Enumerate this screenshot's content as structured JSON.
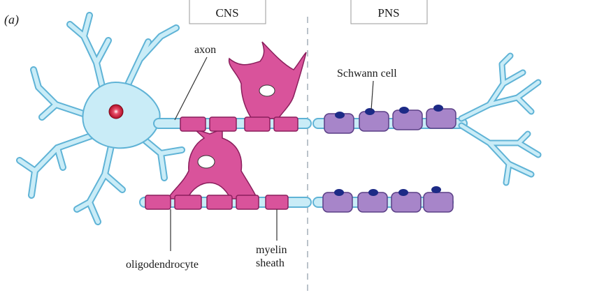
{
  "panel_label": "(a)",
  "headers": {
    "cns": "CNS",
    "pns": "PNS"
  },
  "labels": {
    "axon": "axon",
    "schwann_cell": "Schwann cell",
    "oligodendrocyte": "oligodendrocyte",
    "myelin_line1": "myelin",
    "myelin_line2": "sheath"
  },
  "colors": {
    "neuron_fill": "#c9ecf7",
    "neuron_stroke": "#5fb3d6",
    "nucleus": "#c8102e",
    "oligo_fill": "#d9539b",
    "oligo_stroke": "#8a1e5c",
    "schwann_fill": "#a785c9",
    "schwann_stroke": "#5a3f86",
    "schwann_nucleus": "#1c2a86",
    "divider": "#8c9aa6"
  }
}
